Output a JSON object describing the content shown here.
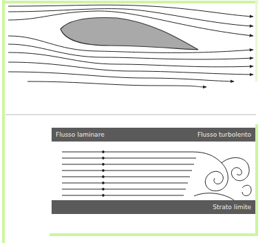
{
  "diagram": {
    "nodes": [
      {
        "text": [
          "Flusso laminare",
          "Flusso turbolento"
        ]
      },
      {
        "text": [
          "Strato limite"
        ]
      }
    ]
  }
}
